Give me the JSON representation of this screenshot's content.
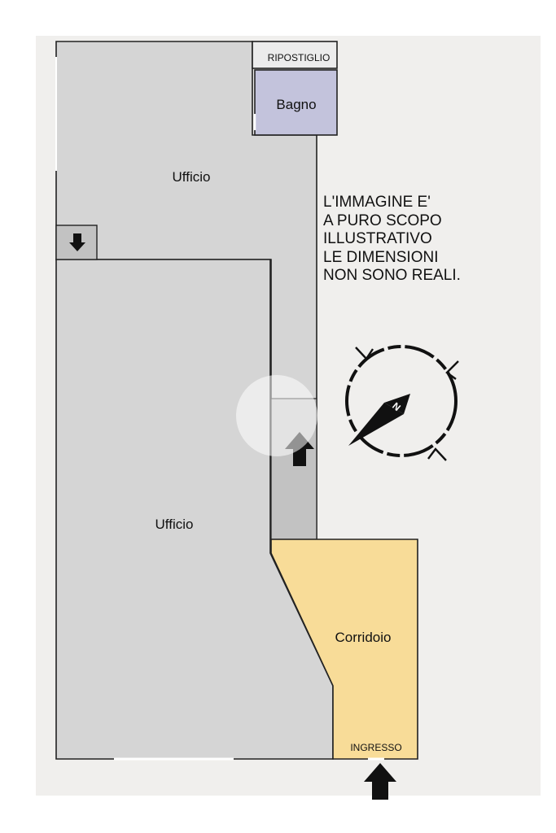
{
  "rooms": {
    "ufficio_top": "Ufficio",
    "ufficio_main": "Ufficio",
    "bagno": "Bagno",
    "ripostiglio": "RIPOSTIGLIO",
    "corridoio": "Corridoio",
    "ingresso": "INGRESSO"
  },
  "note_lines": [
    "L'IMMAGINE E'",
    "A PURO SCOPO",
    "ILLUSTRATIVO",
    "LE DIMENSIONI",
    "NON SONO REALI."
  ],
  "compass": {
    "north_letter": "N"
  },
  "colors": {
    "background": "#f0efed",
    "office_fill": "#d5d5d5",
    "bathroom_fill": "#c3c3dc",
    "corridor_fill": "#f8dc98",
    "stair_fill": "#c2c2c2",
    "wall": "#222222"
  }
}
